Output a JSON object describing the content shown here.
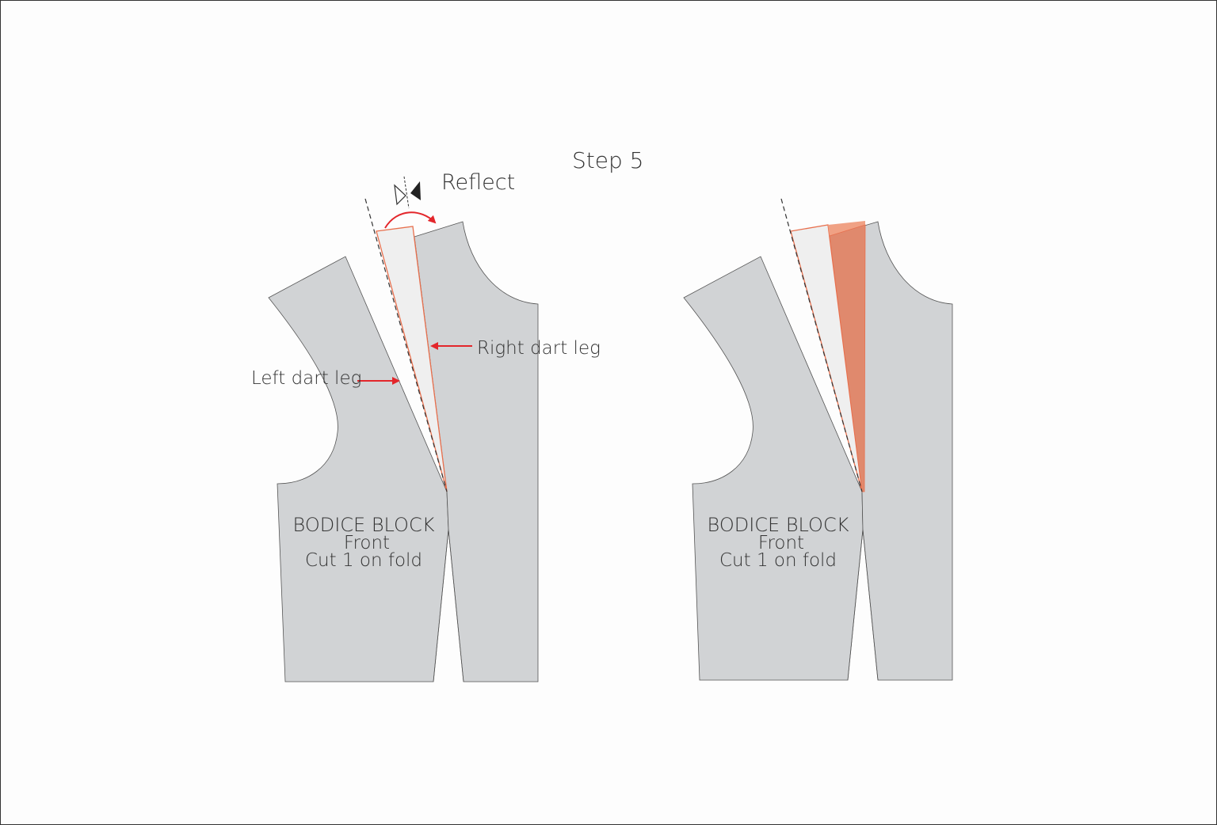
{
  "title": "Step 5",
  "colors": {
    "pattern_fill": "#d1d3d5",
    "dart_light": "#efefef",
    "accent_orange": "#e8704e",
    "dart_filled": "#e0896d",
    "arrow_red": "#e3262b"
  },
  "left_diagram": {
    "action_label": "Reflect",
    "action_icon": "reflect-icon",
    "right_leg_label": "Right dart leg",
    "left_leg_label": "Left dart leg",
    "block_title": "BODICE BLOCK",
    "block_subtitle": "Front",
    "block_instruction": "Cut 1 on fold"
  },
  "right_diagram": {
    "block_title": "BODICE BLOCK",
    "block_subtitle": "Front",
    "block_instruction": "Cut 1 on fold"
  }
}
